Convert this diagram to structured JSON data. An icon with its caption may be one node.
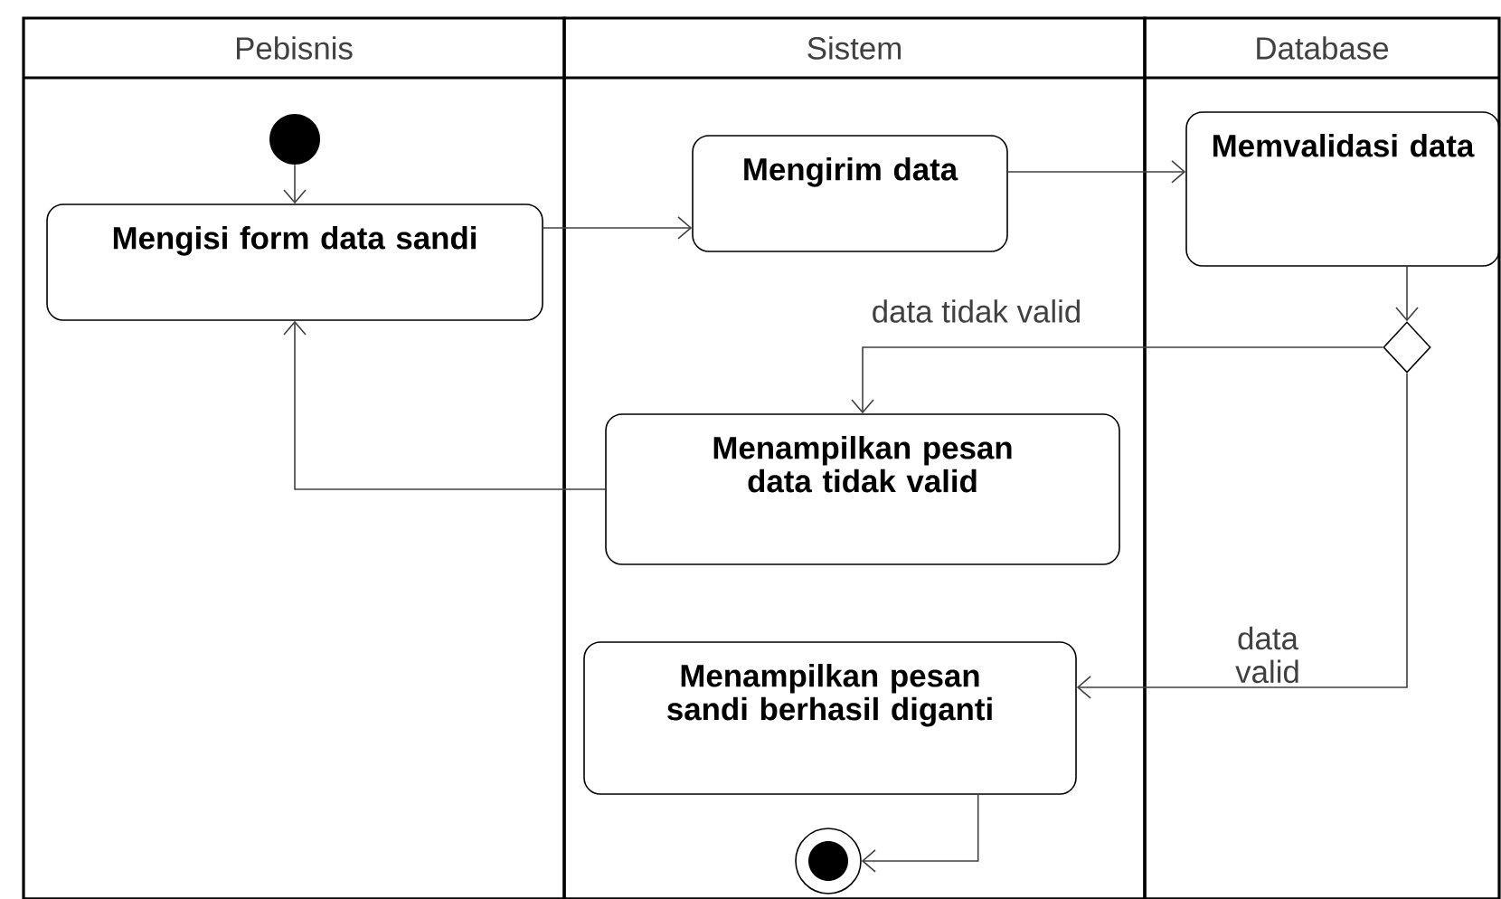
{
  "diagram": {
    "nodes": [
      {
        "text": [
          "Pebisnis"
        ]
      },
      {
        "text": [
          "Sistem"
        ]
      },
      {
        "text": [
          "Database"
        ]
      },
      {
        "text": [],
        "shape": "circle",
        "in": 0
      },
      {
        "text": [
          "Mengisi form data sandi"
        ],
        "in": 0
      },
      {
        "text": [
          "Mengirim  data"
        ],
        "in": 1
      },
      {
        "text": [
          "Memvalidasi data"
        ],
        "in": 2
      },
      {
        "text": [],
        "shape": "diamond",
        "in": 2
      },
      {
        "text": [
          "Menampilkan pesan data tidak valid"
        ],
        "in": 1
      },
      {
        "text": [
          "Menampilkan pesan sandi berhasil diganti"
        ],
        "in": 1
      },
      {
        "text": [],
        "shape": "circle",
        "in": 1
      }
    ],
    "edges": [
      {
        "from": 3,
        "to": 4,
        "arrow": "to"
      },
      {
        "from": 4,
        "to": 5,
        "arrow": "to"
      },
      {
        "from": 5,
        "to": 6,
        "arrow": "to"
      },
      {
        "from": 6,
        "to": 7,
        "arrow": "to"
      },
      {
        "from": 7,
        "to": 8,
        "arrow": "to",
        "label": "data tidak valid"
      },
      {
        "from": 8,
        "to": 4,
        "arrow": "to"
      },
      {
        "from": 7,
        "to": 9,
        "arrow": "to",
        "label": "data valid"
      },
      {
        "from": 9,
        "to": 10,
        "arrow": "to"
      }
    ]
  }
}
